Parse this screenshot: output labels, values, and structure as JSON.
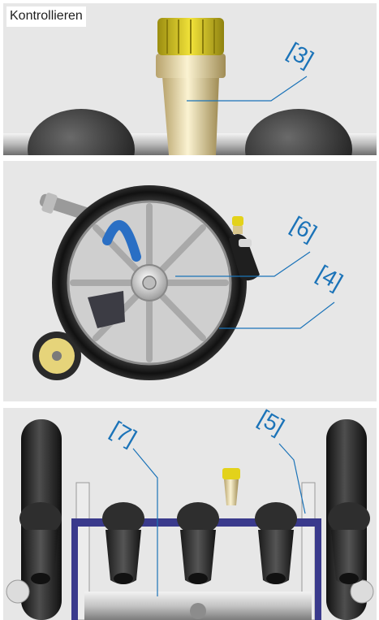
{
  "page": {
    "label": "Kontrollieren"
  },
  "callouts": {
    "c3": "[3]",
    "c6": "[6]",
    "c4": "[4]",
    "c7": "[7]",
    "c5": "[5]"
  },
  "colors": {
    "panel_bg": "#e7e7e7",
    "callout_blue": "#1b73b8",
    "brass": "#e9d9a8",
    "cap_yellow": "#e3d21a",
    "frame_purple": "#3a3a8c",
    "rubber_dark": "#2b2b2b"
  }
}
